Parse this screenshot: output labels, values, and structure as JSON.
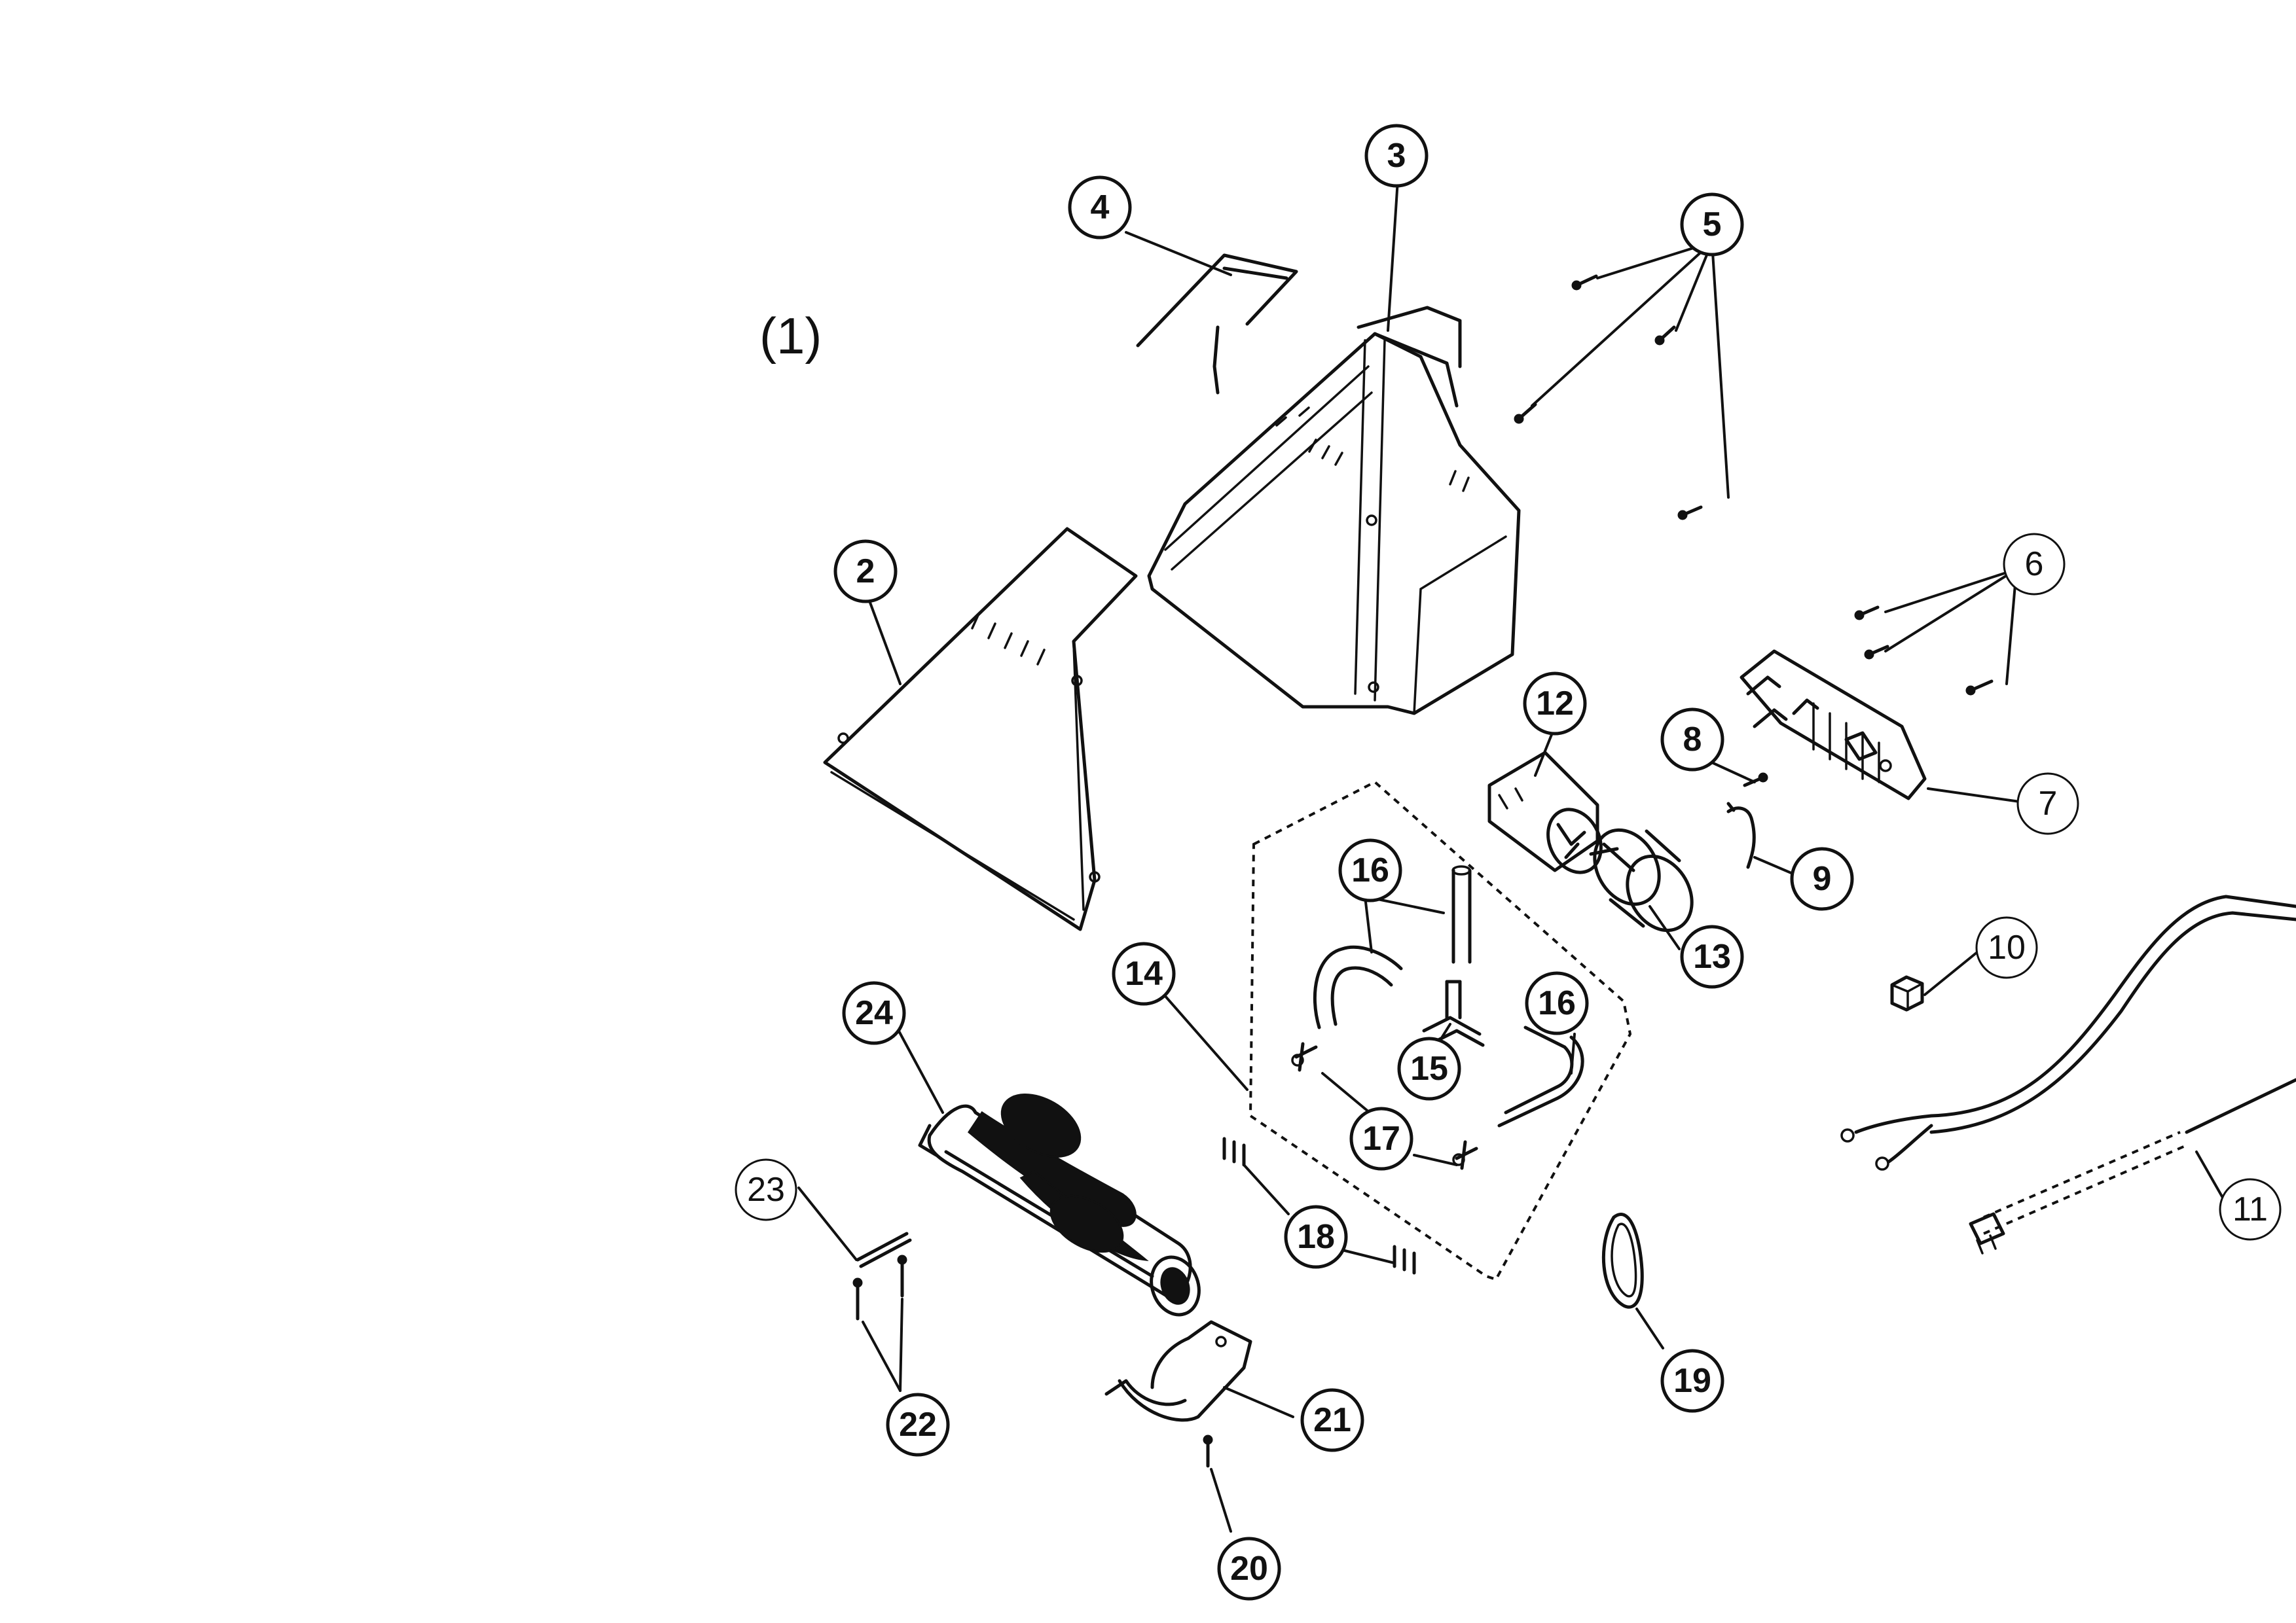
{
  "figure_label": "(1)",
  "callouts": [
    {
      "id": "c2",
      "text": "2"
    },
    {
      "id": "c3",
      "text": "3"
    },
    {
      "id": "c4",
      "text": "4"
    },
    {
      "id": "c5",
      "text": "5"
    },
    {
      "id": "c6",
      "text": "6"
    },
    {
      "id": "c7",
      "text": "7"
    },
    {
      "id": "c8",
      "text": "8"
    },
    {
      "id": "c9",
      "text": "9"
    },
    {
      "id": "c10",
      "text": "10"
    },
    {
      "id": "c11",
      "text": "11"
    },
    {
      "id": "c12",
      "text": "12"
    },
    {
      "id": "c13",
      "text": "13"
    },
    {
      "id": "c14",
      "text": "14"
    },
    {
      "id": "c15",
      "text": "15"
    },
    {
      "id": "c16a",
      "text": "16"
    },
    {
      "id": "c16b",
      "text": "16"
    },
    {
      "id": "c17",
      "text": "17"
    },
    {
      "id": "c18",
      "text": "18"
    },
    {
      "id": "c19",
      "text": "19"
    },
    {
      "id": "c20",
      "text": "20"
    },
    {
      "id": "c21",
      "text": "21"
    },
    {
      "id": "c22",
      "text": "22"
    },
    {
      "id": "c23",
      "text": "23"
    },
    {
      "id": "c24",
      "text": "24"
    }
  ],
  "colors": {
    "ink": "#111111",
    "paper": "#ffffff"
  }
}
